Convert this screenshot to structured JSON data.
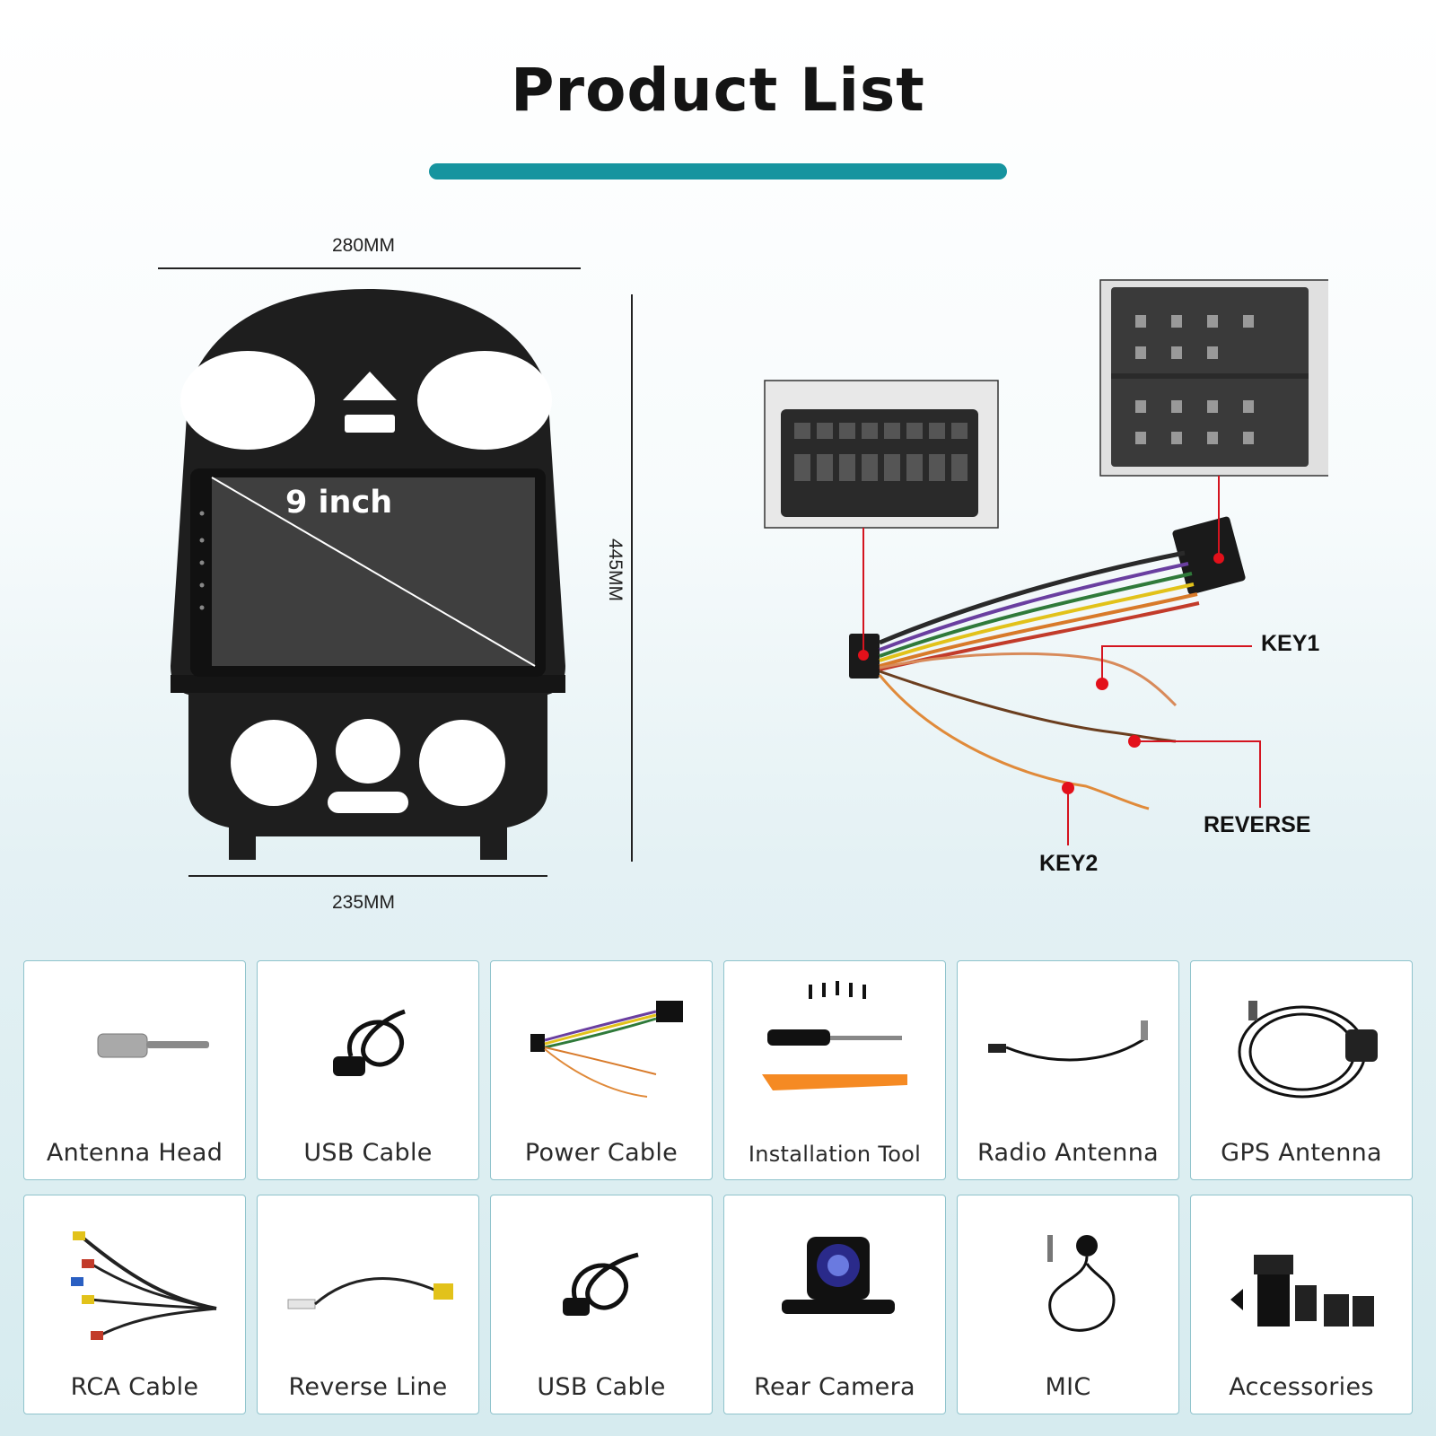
{
  "title": "Product List",
  "accent_color": "#16949f",
  "dimensions": {
    "top_width": "280MM",
    "bottom_width": "235MM",
    "height": "445MM"
  },
  "screen_size": "9 inch",
  "wire_labels": {
    "key1": "KEY1",
    "reverse": "REVERSE",
    "key2": "KEY2"
  },
  "items": [
    {
      "label": "Antenna Head",
      "icon": "antenna-head-icon"
    },
    {
      "label": "USB Cable",
      "icon": "usb-cable-icon"
    },
    {
      "label": "Power Cable",
      "icon": "power-cable-icon"
    },
    {
      "label": "Installation Tool",
      "icon": "installation-tool-icon"
    },
    {
      "label": "Radio Antenna",
      "icon": "radio-antenna-icon"
    },
    {
      "label": "GPS Antenna",
      "icon": "gps-antenna-icon"
    },
    {
      "label": "RCA Cable",
      "icon": "rca-cable-icon"
    },
    {
      "label": "Reverse Line",
      "icon": "reverse-line-icon"
    },
    {
      "label": "USB Cable",
      "icon": "usb-cable-icon"
    },
    {
      "label": "Rear Camera",
      "icon": "rear-camera-icon"
    },
    {
      "label": "MIC",
      "icon": "mic-icon"
    },
    {
      "label": "Accessories",
      "icon": "accessories-icon"
    }
  ]
}
